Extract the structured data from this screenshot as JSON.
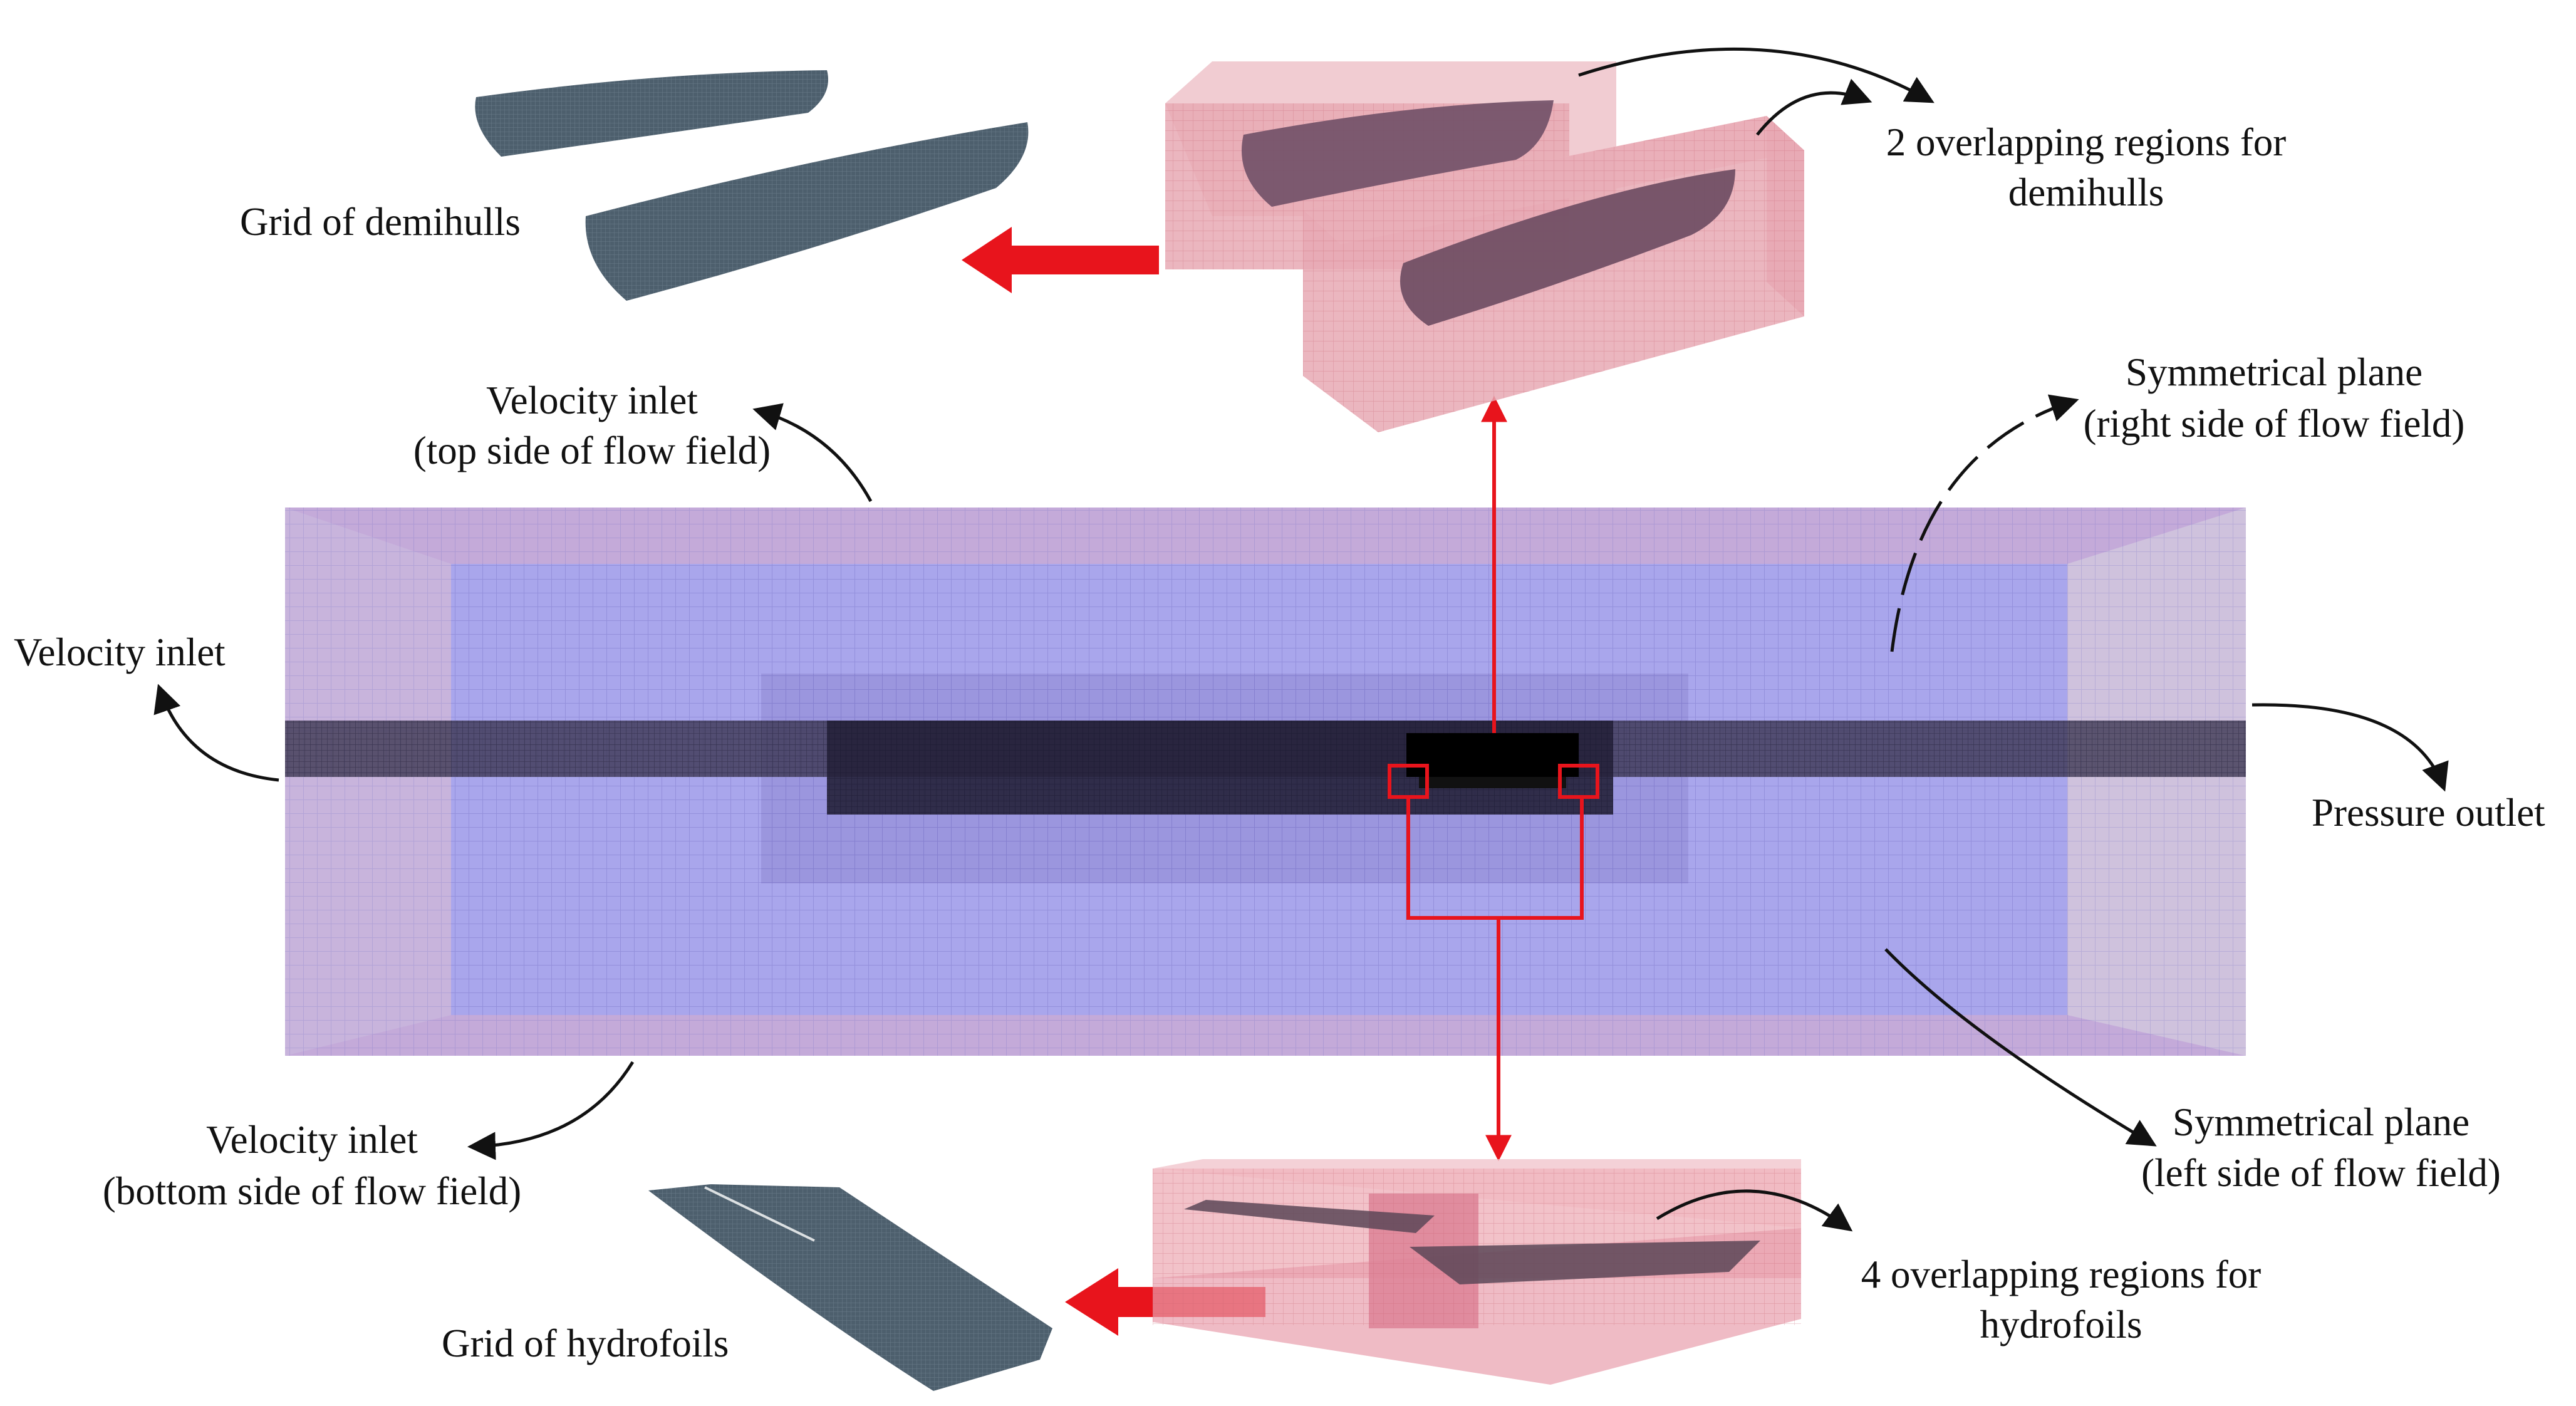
{
  "labels": {
    "grid_demihulls": "Grid of demihulls",
    "overlap_demihulls_1": "2 overlapping regions for",
    "overlap_demihulls_2": "demihulls",
    "velocity_inlet_top_1": "Velocity inlet",
    "velocity_inlet_top_2": "(top side of flow field)",
    "sym_right_1": "Symmetrical plane",
    "sym_right_2": "(right side of flow field)",
    "velocity_inlet_left": "Velocity inlet",
    "pressure_outlet": "Pressure outlet",
    "velocity_inlet_bottom_1": "Velocity inlet",
    "velocity_inlet_bottom_2": "(bottom  side of flow field)",
    "sym_left_1": "Symmetrical plane",
    "sym_left_2": "(left side of flow field)",
    "overlap_hydrofoils_1": "4 overlapping regions for",
    "overlap_hydrofoils_2": "hydrofoils",
    "grid_hydrofoils": "Grid of hydrofoils"
  },
  "colors": {
    "domain_fill": "#a9a6ec",
    "domain_border": "#c7a5d9",
    "overset_fill": "#e8a9b4",
    "arrow_red": "#e8141c",
    "hull_gray": "#4d5f6d",
    "hull_dark": "#1e1d28"
  }
}
